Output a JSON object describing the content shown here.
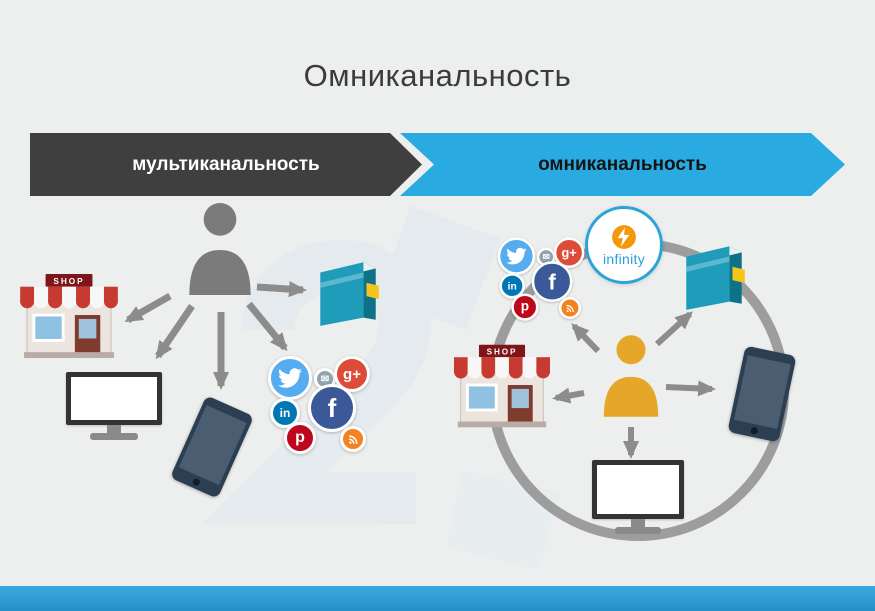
{
  "title": "Омниканальность",
  "banners": {
    "left": {
      "label": "мультиканальность",
      "color": "#3f3f3f",
      "text_color": "#ffffff"
    },
    "right": {
      "label": "омниканальность",
      "color": "#29abe2",
      "text_color": "#141414"
    }
  },
  "left_section": {
    "name": "multichannel-diagram",
    "channels": [
      "shop",
      "computer",
      "smartphone",
      "social-media",
      "catalog"
    ]
  },
  "right_section": {
    "name": "omnichannel-diagram",
    "channels": [
      "social-media",
      "catalog",
      "shop",
      "smartphone",
      "computer"
    ],
    "logo": {
      "text": "infinity",
      "accent": "#f3970b",
      "text_color": "#2aa0d5"
    }
  },
  "shop": {
    "sign": "SHOP"
  },
  "icons": {
    "facebook_glyph": "f",
    "google_plus_glyph": "g+",
    "linkedin_glyph": "in",
    "pinterest_glyph": "p",
    "email_glyph": "✉"
  },
  "colors": {
    "background": "#edefee",
    "banner_dark": "#3f3f3f",
    "banner_blue": "#29abe2",
    "bottom_bar": "#2f9fd8",
    "arrow_gray": "#8c8c8c",
    "ring_gray": "#9d9d9d",
    "person_left": "#7b7b7b",
    "person_right": "#e5a62a",
    "twitter": "#55acee",
    "facebook": "#3b5998",
    "google_plus": "#dd4b39",
    "linkedin": "#0077b5",
    "pinterest": "#bd081c",
    "rss": "#f58220",
    "email": "#90a4ae",
    "shop_red": "#c63a31",
    "book_teal": "#1f9cba"
  }
}
